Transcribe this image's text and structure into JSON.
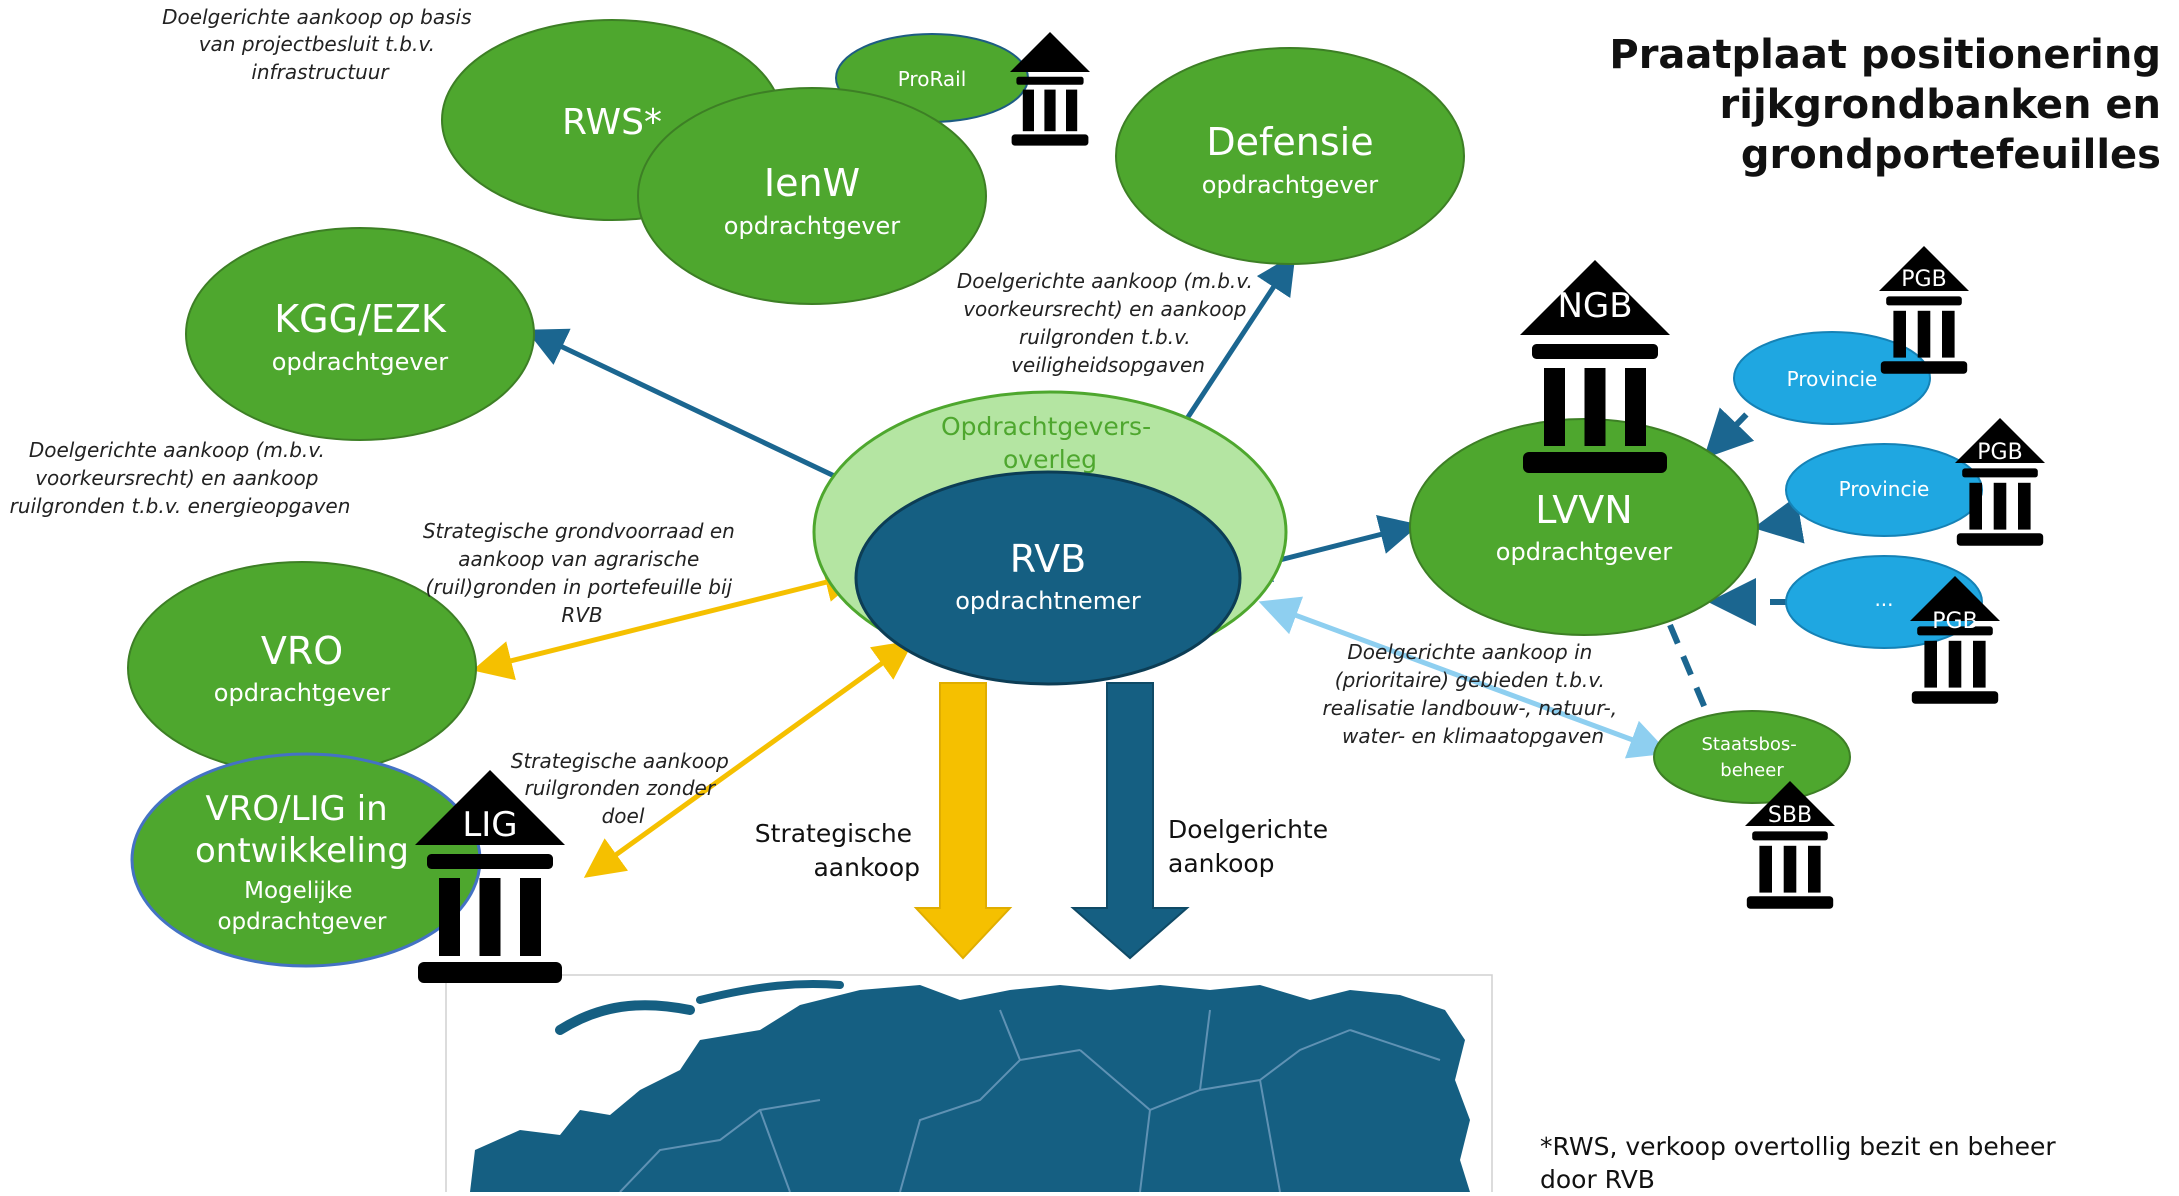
{
  "title": [
    "Praatplaat positionering",
    "rijkgrondbanken en",
    "grondportefeuilles"
  ],
  "colors": {
    "node_green": "#4ea72e",
    "node_green_stroke": "#3d7f25",
    "rvb_blue": "#155f82",
    "overleg_light": "#b4e5a2",
    "province_blue": "#1fa7e1",
    "arrow_dark": "#1b6690",
    "arrow_yellow": "#f5c000",
    "arrow_light": "#8ecff0",
    "vro_lig_border": "#4472c4"
  },
  "nodes": {
    "rws": {
      "title": "RWS*"
    },
    "prorail": {
      "title": "ProRail"
    },
    "ienw": {
      "title": "IenW",
      "sub": "opdrachtgever"
    },
    "defensie": {
      "title": "Defensie",
      "sub": "opdrachtgever"
    },
    "kgg": {
      "title": "KGG/EZK",
      "sub": "opdrachtgever"
    },
    "overleg": {
      "lines": [
        "Opdrachtgevers-",
        "overleg"
      ]
    },
    "rvb": {
      "title": "RVB",
      "sub": "opdrachtnemer"
    },
    "vro": {
      "title": "VRO",
      "sub": "opdrachtgever"
    },
    "vro_lig": {
      "lines": [
        "VRO/LIG in",
        "ontwikkeling"
      ],
      "sub": [
        "Mogelijke",
        "opdrachtgever"
      ]
    },
    "lvvn": {
      "title": "LVVN",
      "sub": "opdrachtgever"
    },
    "provincie1": {
      "title": "Provincie"
    },
    "provincie2": {
      "title": "Provincie"
    },
    "provincie3": {
      "title": "..."
    },
    "sbb_node": {
      "lines": [
        "Staatsbos-",
        "beheer"
      ]
    }
  },
  "banks": {
    "ngb": "NGB",
    "pgb1": "PGB",
    "pgb2": "PGB",
    "pgb3": "PGB",
    "sbb": "SBB",
    "lig": "LIG"
  },
  "icons": [
    "bank-building-icon"
  ],
  "notes": {
    "rws": [
      "Doelgerichte aankoop op basis",
      "van projectbesluit t.b.v.",
      "infrastructuur"
    ],
    "defensie": [
      "Doelgerichte aankoop (m.b.v.",
      "voorkeursrecht) en aankoop",
      "ruilgronden t.b.v.",
      "veiligheidsopgaven"
    ],
    "kgg": [
      "Doelgerichte aankoop (m.b.v.",
      "voorkeursrecht) en aankoop",
      "ruilgronden t.b.v. energieopgaven"
    ],
    "vro": [
      "Strategische grondvoorraad en",
      "aankoop  van agrarische",
      "(ruil)gronden in portefeuille bij",
      "RVB"
    ],
    "lig": [
      "Strategische aankoop",
      "ruilgronden zonder",
      "doel"
    ],
    "lvvn": [
      "Doelgerichte aankoop in",
      "(prioritaire) gebieden t.b.v.",
      "realisatie landbouw-, natuur-,",
      "water- en klimaatopgaven"
    ]
  },
  "big_arrows": {
    "strategic": [
      "Strategische",
      "aankoop"
    ],
    "targeted": [
      "Doelgerichte",
      "aankoop"
    ]
  },
  "footnote": [
    "*RWS, verkoop overtollig bezit en beheer",
    " door RVB"
  ]
}
